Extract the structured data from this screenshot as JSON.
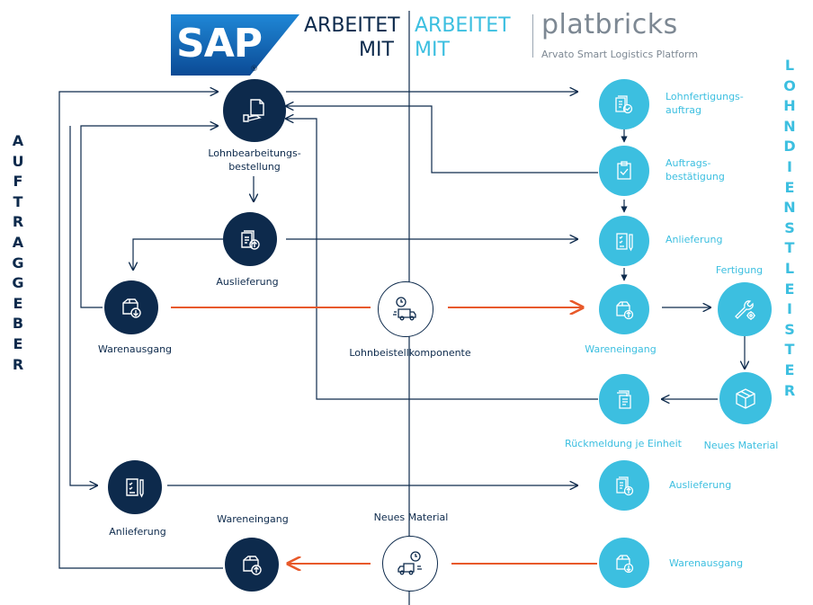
{
  "header": {
    "sap_logo_text": "SAP",
    "sap_registered": "®",
    "arbeitet_left_line1": "ARBEITET",
    "arbeitet_left_line2": "MIT",
    "arbeitet_right_line1": "ARBEITET",
    "arbeitet_right_line2": "MIT",
    "platbricks_title": "platbricks",
    "platbricks_subtitle": "Arvato Smart Logistics Platform"
  },
  "side_labels": {
    "left": [
      "A",
      "U",
      "F",
      "T",
      "R",
      "A",
      "G",
      "G",
      "E",
      "B",
      "E",
      "R"
    ],
    "right": [
      "L",
      "O",
      "H",
      "N",
      "D",
      "I",
      "E",
      "N",
      "S",
      "T",
      "L",
      "E",
      "I",
      "S",
      "T",
      "E",
      "R"
    ]
  },
  "left_nodes": {
    "lohnbearbeitungsbestellung": [
      "Lohnbearbeitungs-",
      "bestellung"
    ],
    "auslieferung": "Auslieferung",
    "warenausgang": "Warenausgang",
    "anlieferung": "Anlieferung",
    "wareneingang": "Wareneingang"
  },
  "center_nodes": {
    "lohnbeistellkomponente": "Lohnbeistellkomponente",
    "neues_material": "Neues Material"
  },
  "right_nodes": {
    "lohnfertigungsauftrag": [
      "Lohnfertigungs-",
      "auftrag"
    ],
    "auftragsbestaetigung": [
      "Auftrags-",
      "bestätigung"
    ],
    "anlieferung": "Anlieferung",
    "wareneingang": "Wareneingang",
    "fertigung": "Fertigung",
    "neues_material": "Neues Material",
    "rueckmeldung": "Rückmeldung je Einheit",
    "auslieferung": "Auslieferung",
    "warenausgang": "Warenausgang"
  },
  "colors": {
    "dark_navy": "#0d2a4c",
    "cyan": "#3cbfe0",
    "orange": "#e8592a",
    "sap_blue": "#1a6ab3"
  }
}
